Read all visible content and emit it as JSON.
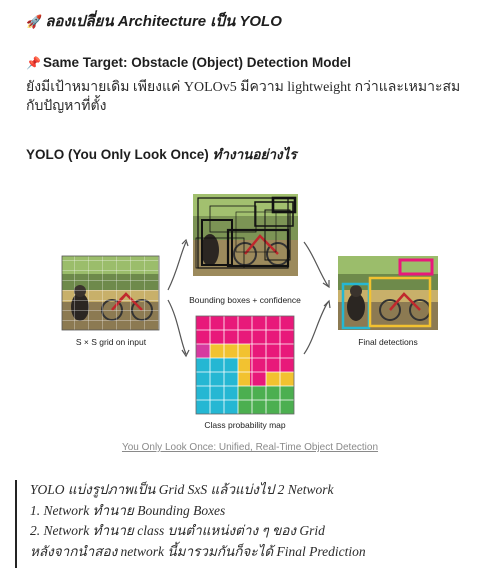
{
  "section_title": {
    "icon": "rocket-icon",
    "text": "ลองเปลี่ยน Architecture เป็น YOLO"
  },
  "target": {
    "icon": "pushpin-icon",
    "heading": "Same Target: Obstacle (Object) Detection Model",
    "body": "ยังมีเป้าหมายเดิม เพียงแค่ YOLOv5 มีความ lightweight กว่าและเหมาะสมกับปัญหาที่ตั้ง"
  },
  "yolo_heading": {
    "bold": "YOLO (You Only Look Once)",
    "italic": "ทำงานอย่างไร"
  },
  "figure": {
    "labels": {
      "grid": "S × S grid on input",
      "bbox": "Bounding boxes + confidence",
      "class_map": "Class probability map",
      "final": "Final detections"
    },
    "colors": {
      "pink": "#e8197a",
      "yellow": "#f2c230",
      "cyan": "#25b7d3",
      "green": "#4caf50",
      "magenta": "#d63aa0"
    }
  },
  "caption": "You Only Look Once: Unified, Real-Time Object Detection",
  "quote_lines": [
    "YOLO แบ่งรูปภาพเป็น Grid SxS แล้วแบ่งไป 2 Network",
    "1. Network ทำนาย Bounding Boxes",
    "2. Network ทำนาย class บนตำแหน่งต่าง ๆ ของ Grid",
    "หลังจากนำสอง network นี้มารวมกันก็จะได้ Final Prediction"
  ]
}
